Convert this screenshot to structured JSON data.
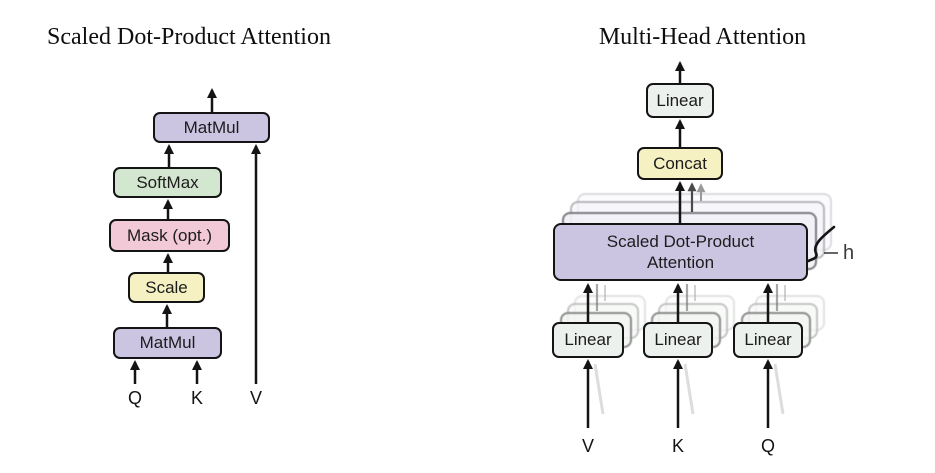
{
  "figure": {
    "left": {
      "title": "Scaled Dot-Product Attention",
      "boxes": {
        "matmul_top": "MatMul",
        "softmax": "SoftMax",
        "mask": "Mask (opt.)",
        "scale": "Scale",
        "matmul_bottom": "MatMul"
      },
      "inputs": {
        "q": "Q",
        "k": "K",
        "v": "V"
      }
    },
    "right": {
      "title": "Multi-Head Attention",
      "boxes": {
        "linear_out": "Linear",
        "concat": "Concat",
        "attention": "Scaled Dot-Product\nAttention",
        "linear_v": "Linear",
        "linear_k": "Linear",
        "linear_q": "Linear"
      },
      "inputs": {
        "v": "V",
        "k": "K",
        "q": "Q"
      },
      "heads_label": "h"
    },
    "colors": {
      "purple": "#CBC5E2",
      "green": "#D3E7D0",
      "pink": "#F2C9D6",
      "yellow": "#F6F1C2",
      "gray_box": "#EDF1ED",
      "border": "#141414"
    }
  }
}
